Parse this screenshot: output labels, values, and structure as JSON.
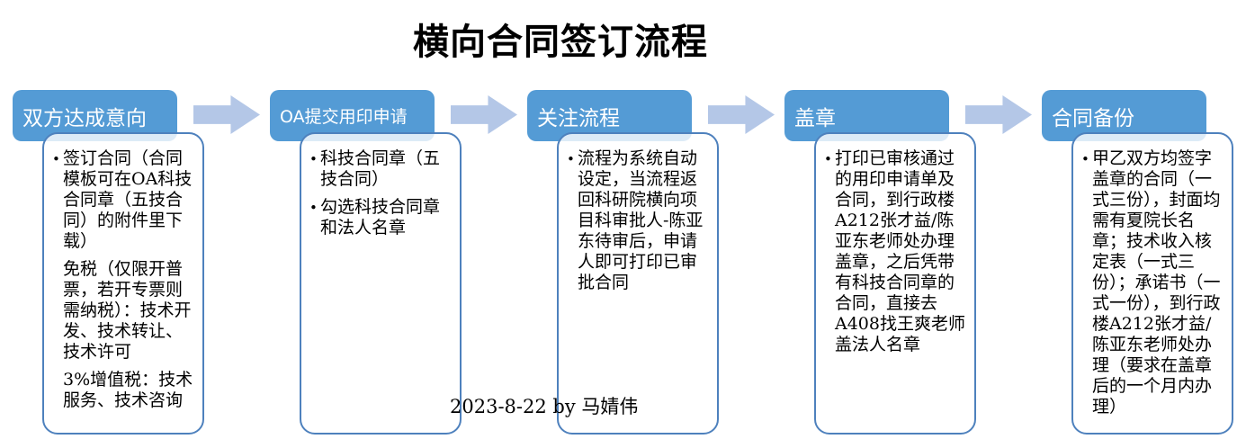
{
  "title": "横向合同签订流程",
  "footer": "2023-8-22  by 马婧伟",
  "glyphs": {
    "bullet": "•",
    "arrow": "right-block-arrow"
  },
  "colors": {
    "header_fill": "#549BD5",
    "arrow_fill": "#B4C7E7",
    "box_border": "#4E81BD",
    "header_text": "#FFFFFF",
    "body_text": "#000000"
  },
  "steps": [
    {
      "header": "双方达成意向",
      "paragraphs": [
        {
          "bullet": true,
          "text": "签订合同（合同模板可在OA科技合同章（五技合同）的附件里下载）"
        },
        {
          "bullet": false,
          "text": "免税（仅限开普票，若开专票则需纳税）：技术开发、技术转让、技术许可"
        },
        {
          "bullet": false,
          "text": "3%增值税：技术服务、技术咨询"
        }
      ]
    },
    {
      "header": "OA提交用印申请",
      "paragraphs": [
        {
          "bullet": true,
          "text": "科技合同章（五技合同）"
        },
        {
          "bullet": true,
          "text": "勾选科技合同章和法人名章"
        }
      ]
    },
    {
      "header": "关注流程",
      "paragraphs": [
        {
          "bullet": true,
          "text": "流程为系统自动设定，当流程返回科研院横向项目科审批人-陈亚东待审后，申请人即可打印已审批合同"
        }
      ]
    },
    {
      "header": "盖章",
      "paragraphs": [
        {
          "bullet": true,
          "text": "打印已审核通过的用印申请单及合同，到行政楼A212张才益/陈亚东老师处办理盖章，之后凭带有科技合同章的合同，直接去A408找王爽老师盖法人名章"
        }
      ]
    },
    {
      "header": "合同备份",
      "paragraphs": [
        {
          "bullet": true,
          "text": "甲乙双方均签字盖章的合同（一式三份），封面均需有夏院长名章；技术收入核定表（一式三份）；承诺书（一式一份），到行政楼A212张才益/陈亚东老师处办理（要求在盖章后的一个月内办理）"
        }
      ]
    }
  ]
}
